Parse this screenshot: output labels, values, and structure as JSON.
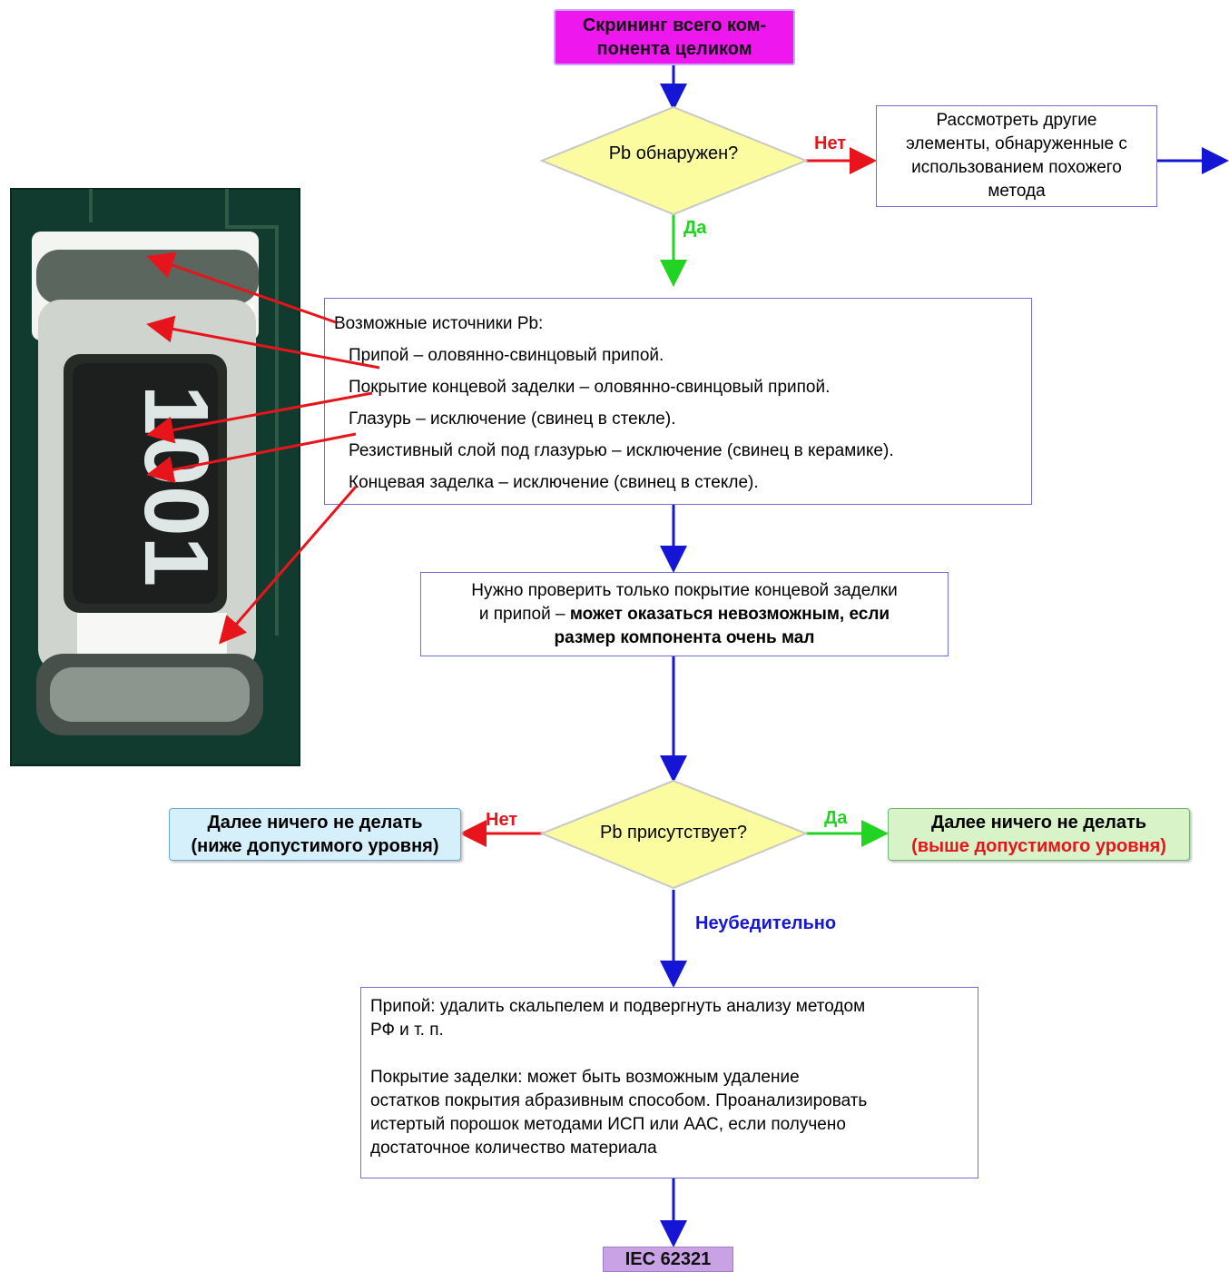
{
  "start": {
    "line1": "Скрининг всего ком-",
    "line2": "понента целиком"
  },
  "decision1": {
    "text": "Pb обнаружен?",
    "no_label": "Нет",
    "yes_label": "Да"
  },
  "other_elements": {
    "line1": "Рассмотреть другие",
    "line2": "элементы, обнаруженные с",
    "line3": "использованием похожего",
    "line4": "метода"
  },
  "sources": {
    "title": "Возможные источники Pb:",
    "items": [
      "Припой – оловянно-свинцовый припой.",
      "Покрытие концевой заделки – оловянно-свинцовый припой.",
      "Глазурь – исключение (свинец в стекле).",
      "Резистивный слой под глазурью – исключение (свинец в керамике).",
      "Концевая заделка – исключение (свинец в стекле)."
    ]
  },
  "resistor": {
    "marking": "1001"
  },
  "check": {
    "line1": "Нужно проверить только покрытие концевой заделки",
    "line2_normal": "и припой – ",
    "line2_bold": "может оказаться невозможным, если",
    "line3": "размер компонента очень мал"
  },
  "decision2": {
    "text": "Pb присутствует?",
    "no_label": "Нет",
    "yes_label": "Да",
    "inconclusive_label": "Неубедительно"
  },
  "below": {
    "line1": "Далее ничего не делать",
    "line2": "(ниже допустимого уровня)"
  },
  "above": {
    "line1": "Далее ничего не делать",
    "line2": "(выше допустимого уровня)"
  },
  "analysis": {
    "p1_line1": "Припой: удалить скальпелем и подвергнуть анализу методом",
    "p1_line2": "РФ и т. п.",
    "p2_line1": "Покрытие заделки: может быть возможным удаление",
    "p2_line2": "остатков покрытия абразивным способом. Проанализировать",
    "p2_line3": "истертый порошок методами ИСП или ААС, если получено",
    "p2_line4": "достаточное количество материала"
  },
  "end": {
    "text": "IEC 62321"
  },
  "colors": {
    "blue_arrow": "#1515d6",
    "red_arrow": "#e8141c",
    "green_arrow": "#22d422",
    "diamond_fill": "#fbfba0",
    "start_fill": "#ee18ee",
    "end_fill": "#c9a2e6",
    "red_text": "#e8141c",
    "green_text": "#22d422",
    "blue_text": "#1515d6"
  }
}
